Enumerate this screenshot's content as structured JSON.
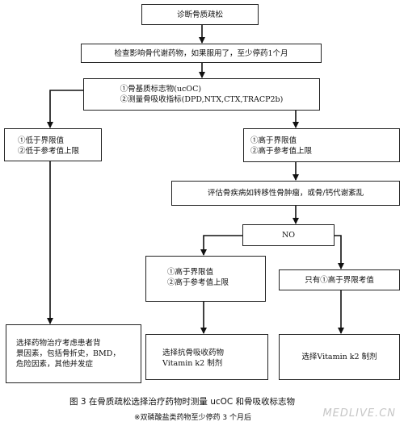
{
  "nodes": {
    "diagnose": [
      "诊断骨质疏松"
    ],
    "check_drugs": [
      "检查影响骨代谢药物，如果服用了，至少停药1个月"
    ],
    "markers": [
      "①骨基质标志物(ucOC)",
      "②测量骨吸收指标(DPD,NTX,CTX,TRACP2b)"
    ],
    "low": [
      "①低于界限值",
      "②低于参考值上限"
    ],
    "high": [
      "①高于界限值",
      "②高于参考值上限"
    ],
    "evaluate": [
      "评估骨疾病如转移性骨肿瘤，或骨/钙代谢紊乱"
    ],
    "no": [
      "NO"
    ],
    "high2": [
      "①高于界限值",
      "②高于参考值上限"
    ],
    "only1": [
      "只有①高于界限考值"
    ],
    "select_drug": [
      "选择药物治疗考虑患者背",
      "景因素，包括骨折史，BMD，",
      "危险因素，其他并发症"
    ],
    "anti_resorptive": [
      "选择抗骨吸收药物",
      "Vitamin k2 制剂"
    ],
    "vitk2": [
      "选择Vitamin k2 制剂"
    ]
  },
  "caption": "图 3   在骨质疏松选择治疗药物时测量 ucOC 和骨吸收标志物",
  "footnote": "※双磷酸盐类药物至少停药 3 个月后",
  "watermark": "MEDLIVE.CN"
}
